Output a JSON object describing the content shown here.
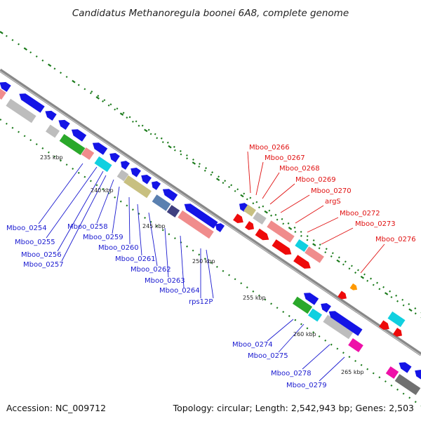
{
  "title": "Candidatus Methanoregula boonei 6A8, complete genome",
  "accession": "Accession: NC_009712",
  "topology": "Topology: circular; Length: 2,542,943 bp; Genes: 2,503",
  "ticks": [
    "235 kbp",
    "240 kbp",
    "245 kbp",
    "250 kbp",
    "255 kbp",
    "260 kbp",
    "265 kbp"
  ],
  "reverse_genes": [
    "Mboo_0254",
    "Mboo_0255",
    "Mboo_0256",
    "Mboo_0257",
    "Mboo_0258",
    "Mboo_0259",
    "Mboo_0260",
    "Mboo_0261",
    "Mboo_0262",
    "Mboo_0263",
    "Mboo_0264",
    "rps12P",
    "Mboo_0274",
    "Mboo_0275",
    "Mboo_0278",
    "Mboo_0279"
  ],
  "forward_genes": [
    "Mboo_0266",
    "Mboo_0267",
    "Mboo_0268",
    "Mboo_0269",
    "Mboo_0270",
    "argS",
    "Mboo_0272",
    "Mboo_0273",
    "Mboo_0276"
  ],
  "colors": {
    "reverse_label": "#1a1ad0",
    "forward_label": "#e01010",
    "gene_blue": "#1414e6",
    "gene_red": "#ee0a0a",
    "gene_pink": "#f08c8c",
    "gene_gray": "#bdbdbd",
    "gene_cyan": "#10d0e0",
    "gene_green": "#2aa82a",
    "gene_khaki": "#c8c080",
    "gene_magenta": "#ee10a8",
    "gene_steel": "#5a80b0",
    "gene_navy": "#404080",
    "gene_orange": "#ff9900",
    "gene_darkgray": "#707070",
    "backbone": "#888888",
    "dots": "#1a7a1a"
  }
}
